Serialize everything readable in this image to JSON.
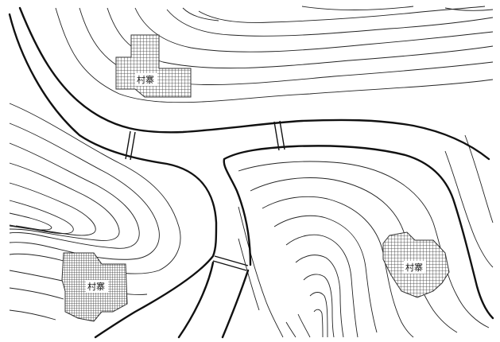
{
  "map": {
    "colors": {
      "background": "#ffffff",
      "contour": "#222222",
      "river": "#111111",
      "village_hatch": "#333333"
    },
    "villages": [
      {
        "label": "村寨"
      },
      {
        "label": "村寨"
      },
      {
        "label": "村寨"
      }
    ],
    "bridges": 3
  }
}
